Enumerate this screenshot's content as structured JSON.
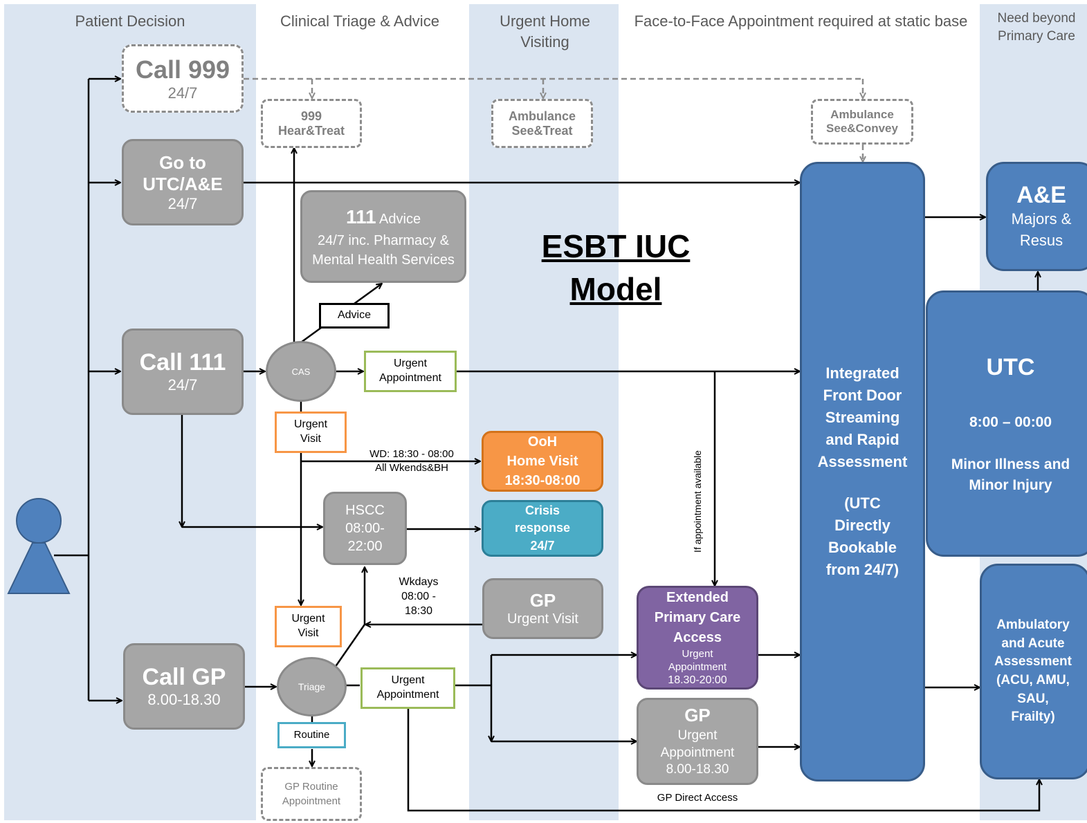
{
  "columns": [
    {
      "label": "Patient Decision"
    },
    {
      "label": "Clinical Triage & Advice"
    },
    {
      "label": "Urgent Home Visiting"
    },
    {
      "label": "Face-to-Face Appointment required at static base"
    },
    {
      "label": "Need beyond Primary Care"
    }
  ],
  "title": {
    "line1": "ESBT IUC",
    "line2": "Model"
  },
  "nodes": {
    "call999": {
      "title": "Call 999",
      "sub": "24/7"
    },
    "goto_utc": {
      "line1": "Go to",
      "line2": "UTC/A&E",
      "sub": "24/7"
    },
    "call111": {
      "title": "Call 111",
      "sub": "24/7"
    },
    "callgp": {
      "title": "Call GP",
      "sub": "8.00-18.30"
    },
    "hear_treat": {
      "line1": "999",
      "line2": "Hear&Treat"
    },
    "amb_see_treat": {
      "line1": "Ambulance",
      "line2": "See&Treat"
    },
    "amb_see_convey": {
      "line1": "Ambulance",
      "line2": "See&Convey"
    },
    "advice111": {
      "big": "111",
      "small": "Advice",
      "rest": "24/7 inc. Pharmacy & Mental Health Services"
    },
    "advice_label": "Advice",
    "cas": "CAS",
    "triage": "Triage",
    "urgent_appt_1": "Urgent Appointment",
    "urgent_visit_1": "Urgent Visit",
    "ooh": {
      "line1": "OoH",
      "line2": "Home Visit",
      "line3": "18:30-08:00"
    },
    "hscc": {
      "line1": "HSCC",
      "line2": "08:00-",
      "line3": "22:00"
    },
    "crisis": {
      "line1": "Crisis",
      "line2": "response",
      "line3": "24/7"
    },
    "gp_visit": {
      "title": "GP",
      "sub": "Urgent Visit"
    },
    "urgent_visit_2": "Urgent Visit",
    "urgent_appt_2": "Urgent Appointment",
    "routine": "Routine",
    "gp_routine": "GP Routine Appointment",
    "epca": {
      "title": "Extended Primary Care Access",
      "sub": "Urgent Appointment",
      "time": "18.30-20:00"
    },
    "gp_appt": {
      "title": "GP",
      "sub": "Urgent Appointment",
      "time": "8.00-18.30"
    },
    "gp_direct": "GP Direct Access",
    "ifd": {
      "text": "Integrated Front Door Streaming and Rapid Assessment",
      "note": "(UTC Directly Bookable from 24/7)"
    },
    "ae": {
      "title": "A&E",
      "sub": "Majors & Resus"
    },
    "utc": {
      "title": "UTC",
      "hours": "8:00 – 00:00",
      "desc": "Minor Illness and Minor Injury"
    },
    "ambulatory": {
      "text": "Ambulatory and Acute Assessment (ACU, AMU, SAU, Frailty)"
    }
  },
  "annotations": {
    "wd": "WD: 18:30 - 08:00",
    "wkends": "All Wkends&BH",
    "wkdays": "Wkdays",
    "wkdays_time1": "08:00 -",
    "wkdays_time2": "18:30",
    "if_available": "If appointment available"
  },
  "colors": {
    "band": "#dbe5f1",
    "grey": "#a6a6a6",
    "blue": "#4f81bd",
    "orange": "#f79646",
    "teal": "#4bacc6",
    "purple": "#8064a2",
    "green_outline": "#9bbb59",
    "orange_outline": "#f79646",
    "teal_outline": "#4bacc6"
  }
}
